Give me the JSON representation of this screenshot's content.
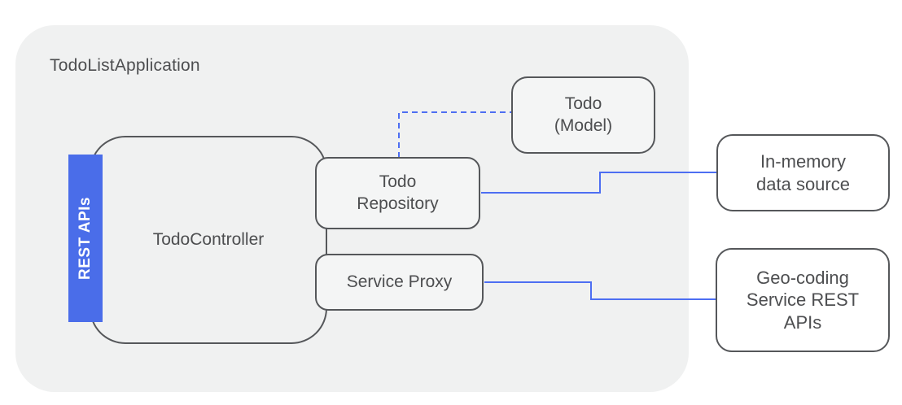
{
  "diagram": {
    "container": {
      "label": "TodoListApplication"
    },
    "nodes": {
      "controller": {
        "label": "TodoController"
      },
      "rest_apis_badge": {
        "label": "REST APIs"
      },
      "repository": {
        "label": "Todo\nRepository"
      },
      "service_proxy": {
        "label": "Service Proxy"
      },
      "todo_model": {
        "label": "Todo\n(Model)"
      },
      "in_memory": {
        "label": "In-memory\ndata source"
      },
      "geocoding": {
        "label": "Geo-coding\nService REST\nAPIs"
      }
    },
    "connectors": [
      {
        "name": "repository-to-todo-model",
        "style": "dashed"
      },
      {
        "name": "repository-to-in-memory",
        "style": "solid"
      },
      {
        "name": "service-proxy-to-geocoding",
        "style": "solid"
      }
    ]
  },
  "colors": {
    "accent_blue": "#4a6de9",
    "connector_blue": "#4d6ef2",
    "border_gray": "#55575a",
    "container_bg": "#f0f1f1",
    "node_bg": "#f4f5f5",
    "outer_node_bg": "#ffffff",
    "text_gray": "#4d4e50",
    "badge_text": "#ffffff"
  }
}
